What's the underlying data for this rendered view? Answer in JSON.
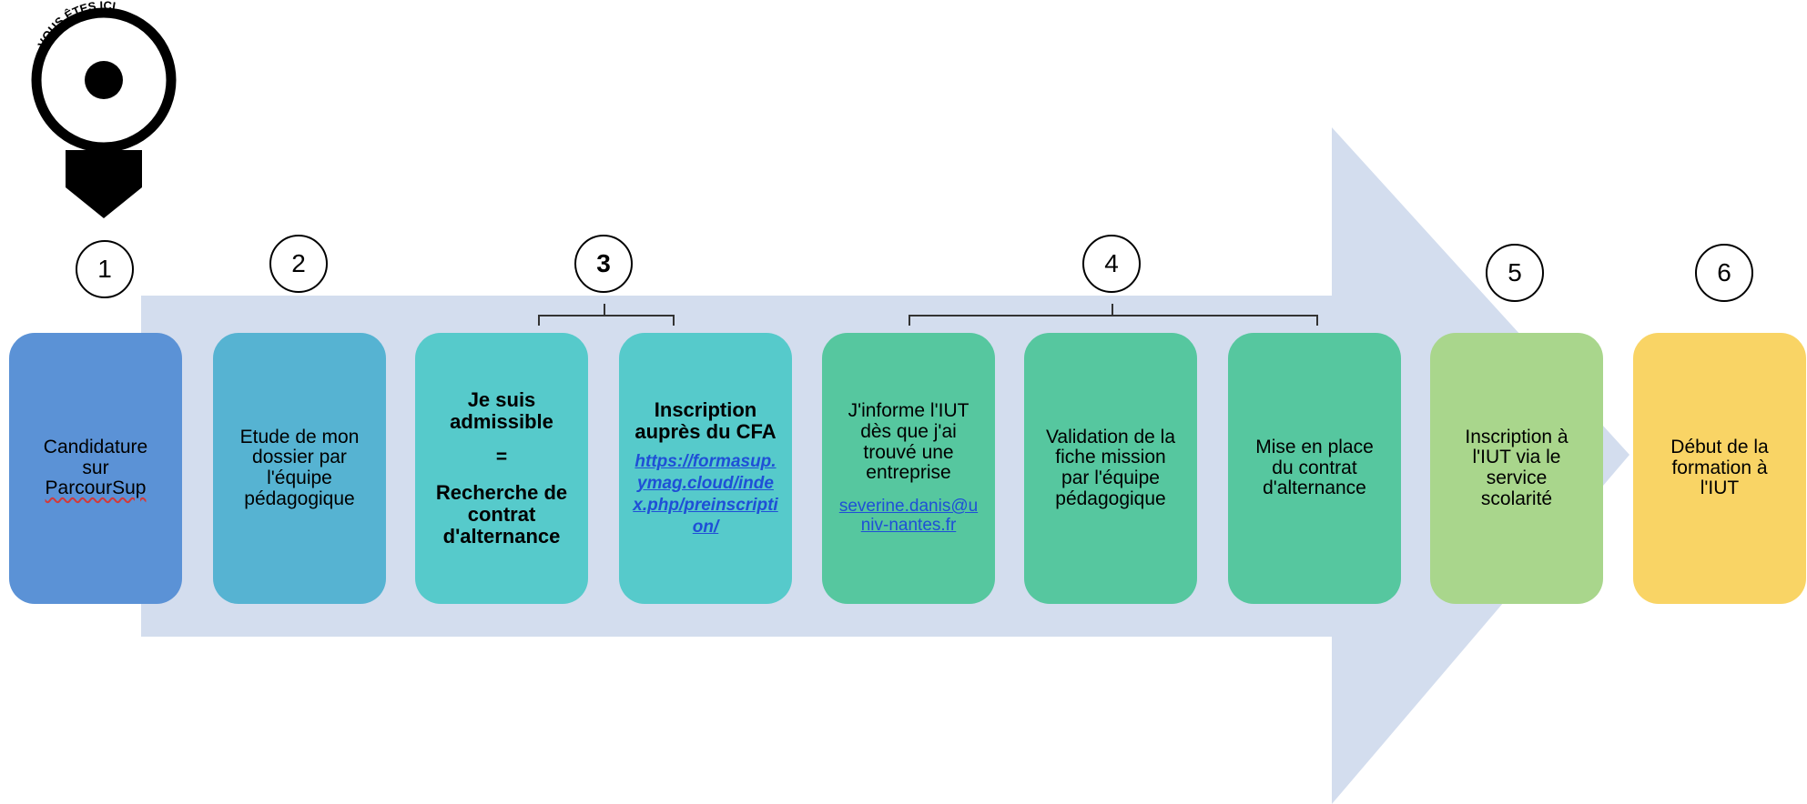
{
  "marker": {
    "label": "VOUS ÊTES ICI"
  },
  "colors": {
    "arrow": "#d3ddee",
    "card1": "#5b92d6",
    "card2": "#56b3d2",
    "card3": "#56cacb",
    "card4": "#56c79f",
    "card5": "#a9d68c",
    "card6": "#f9d465"
  },
  "steps": [
    {
      "num": "1"
    },
    {
      "num": "2"
    },
    {
      "num": "3"
    },
    {
      "num": "4"
    },
    {
      "num": "5"
    },
    {
      "num": "6"
    }
  ],
  "cards": {
    "candidature": {
      "line1": "Candidature",
      "line2": "sur",
      "line3": "ParcourSup"
    },
    "etude": {
      "text": "Etude de mon dossier par l'équipe pédagogique"
    },
    "admissible": {
      "line1": "Je suis admissible",
      "eq": "=",
      "line2": "Recherche de contrat d'alternance"
    },
    "cfa": {
      "title": "Inscription auprès du CFA",
      "link": "https://formasup.ymag.cloud/index.php/preinscription/"
    },
    "informe": {
      "text": "J'informe l'IUT dès que j'ai trouvé une entreprise",
      "email": "severine.danis@univ-nantes.fr"
    },
    "validation": {
      "text": "Validation de la fiche mission par l'équipe pédagogique"
    },
    "contrat": {
      "text": "Mise en place du contrat d'alternance"
    },
    "inscription": {
      "text": "Inscription à l'IUT via le service scolarité"
    },
    "debut": {
      "text": "Début de la formation à l'IUT"
    }
  }
}
